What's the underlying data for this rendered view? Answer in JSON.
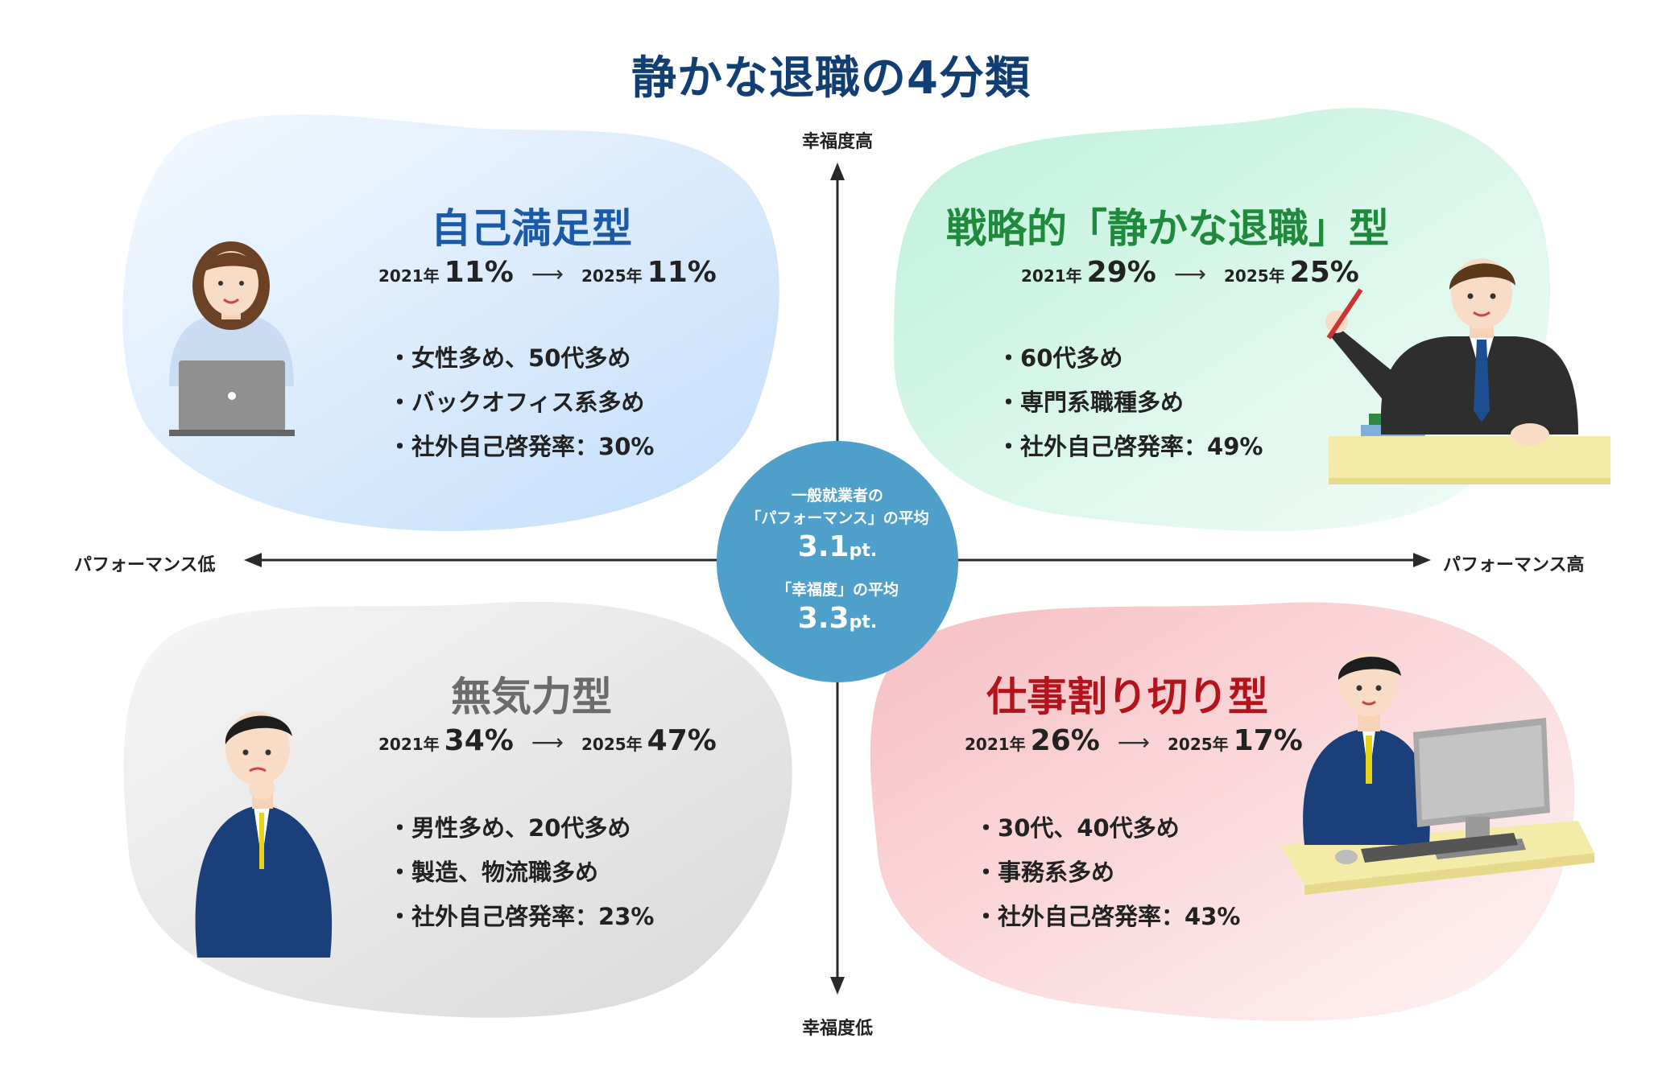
{
  "title": "静かな退職の4分類",
  "axes": {
    "y_top": "幸福度高",
    "y_bottom": "幸福度低",
    "x_left": "パフォーマンス低",
    "x_right": "パフォーマンス高"
  },
  "center": {
    "line1": "一般就業者の",
    "line2": "「パフォーマンス」の平均",
    "perf_value": "3.1",
    "perf_unit": "pt.",
    "line3": "「幸福度」の平均",
    "happy_value": "3.3",
    "happy_unit": "pt."
  },
  "quadrants": [
    {
      "id": "top-left",
      "title": "自己満足型",
      "title_color": "#1b5aa6",
      "bg_color": "#cfe6fb",
      "from_year": "2021年",
      "from_pct": "11%",
      "to_year": "2025年",
      "to_pct": "11%",
      "bullets": [
        "女性多め、50代多め",
        "バックオフィス系多め",
        "社外自己啓発率：30%"
      ],
      "icon": "woman-with-laptop-icon"
    },
    {
      "id": "top-right",
      "title": "戦略的「静かな退職」型",
      "title_color": "#1f8a3c",
      "bg_color": "#d3f5e6",
      "from_year": "2021年",
      "from_pct": "29%",
      "to_year": "2025年",
      "to_pct": "25%",
      "bullets": [
        "60代多め",
        "専門系職種多め",
        "社外自己啓発率：49%"
      ],
      "icon": "man-with-pen-icon"
    },
    {
      "id": "bottom-left",
      "title": "無気力型",
      "title_color": "#6b6b6b",
      "bg_color": "#e6e6e6",
      "from_year": "2021年",
      "from_pct": "34%",
      "to_year": "2025年",
      "to_pct": "47%",
      "bullets": [
        "男性多め、20代多め",
        "製造、物流職多め",
        "社外自己啓発率：23%"
      ],
      "icon": "worried-man-icon"
    },
    {
      "id": "bottom-right",
      "title": "仕事割り切り型",
      "title_color": "#b3141c",
      "bg_color": "#f8d0d3",
      "from_year": "2021年",
      "from_pct": "26%",
      "to_year": "2025年",
      "to_pct": "17%",
      "bullets": [
        "30代、40代多め",
        "事務系多め",
        "社外自己啓発率：43%"
      ],
      "icon": "man-at-computer-icon"
    }
  ]
}
